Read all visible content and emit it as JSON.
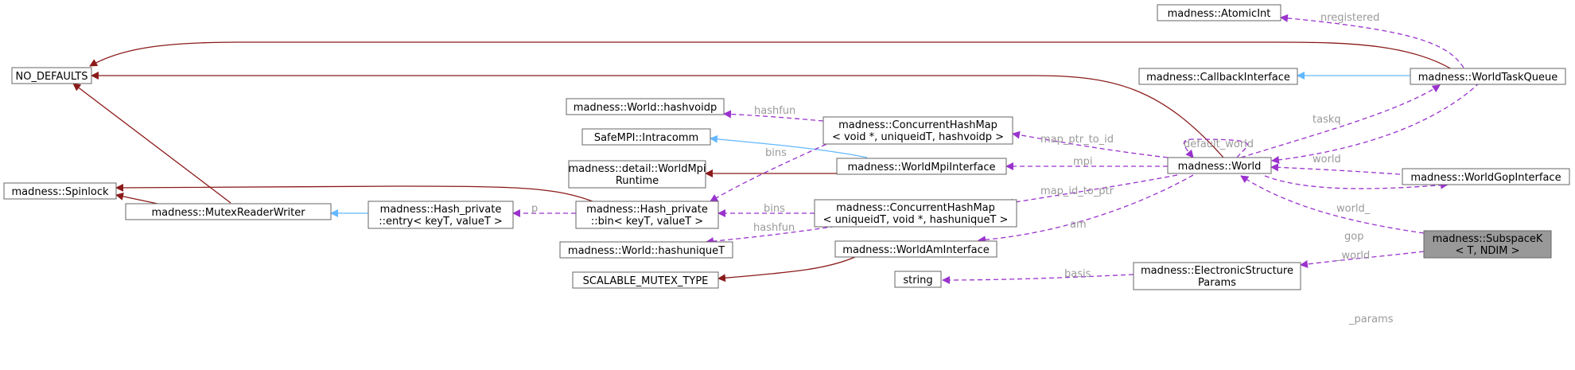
{
  "nodes": {
    "no_defaults": [
      "NO_DEFAULTS"
    ],
    "spinlock": [
      "madness::Spinlock"
    ],
    "mutex_rw": [
      "madness::MutexReaderWriter"
    ],
    "hash_entry": [
      "madness::Hash_private",
      "::entry< keyT, valueT >"
    ],
    "hash_bin": [
      "madness::Hash_private",
      "::bin< keyT, valueT >"
    ],
    "hashvoidp": [
      "madness::World::hashvoidp"
    ],
    "intracomm": [
      "SafeMPI::Intracomm"
    ],
    "worldmpi_runtime": [
      "madness::detail::WorldMpi",
      "Runtime"
    ],
    "hashuniqueT": [
      "madness::World::hashuniqueT"
    ],
    "scalable_mutex": [
      "SCALABLE_MUTEX_TYPE"
    ],
    "chm_void": [
      "madness::ConcurrentHashMap",
      "< void *, uniqueidT, hashvoidp >"
    ],
    "worldmpi_iface": [
      "madness::WorldMpiInterface"
    ],
    "chm_unique": [
      "madness::ConcurrentHashMap",
      "< uniqueidT, void *, hashuniqueT >"
    ],
    "worldam": [
      "madness::WorldAmInterface"
    ],
    "string": [
      "string"
    ],
    "world": [
      "madness::World"
    ],
    "elec_params": [
      "madness::ElectronicStructure",
      "Params"
    ],
    "atomicint": [
      "madness::AtomicInt"
    ],
    "callback": [
      "madness::CallbackInterface"
    ],
    "taskqueue": [
      "madness::WorldTaskQueue"
    ],
    "gop": [
      "madness::WorldGopInterface"
    ],
    "subspacek": [
      "madness::SubspaceK",
      "< T, NDIM >"
    ]
  },
  "edge_labels": {
    "nregistered": "nregistered",
    "hashfun_voidp": "hashfun",
    "bins_void": "bins",
    "map_ptr_to_id": "map_ptr_to_id",
    "default_world": "default_world",
    "mpi": "mpi",
    "map_id_to_ptr": "map_id_to_ptr",
    "p": "p",
    "bins_unique": "bins",
    "hashfun_unique": "hashfun",
    "am": "am",
    "basis": "basis",
    "taskq": "taskq",
    "world_tq": "world",
    "world_gop": "world_",
    "gop": "gop",
    "world_sub": "_world",
    "params": "_params"
  },
  "colors": {
    "inheritance": "#8b1a1a",
    "interface": "#63b8ff",
    "usage": "#9a32cd",
    "label": "#9a9a9a",
    "focus_fill": "#999999"
  }
}
